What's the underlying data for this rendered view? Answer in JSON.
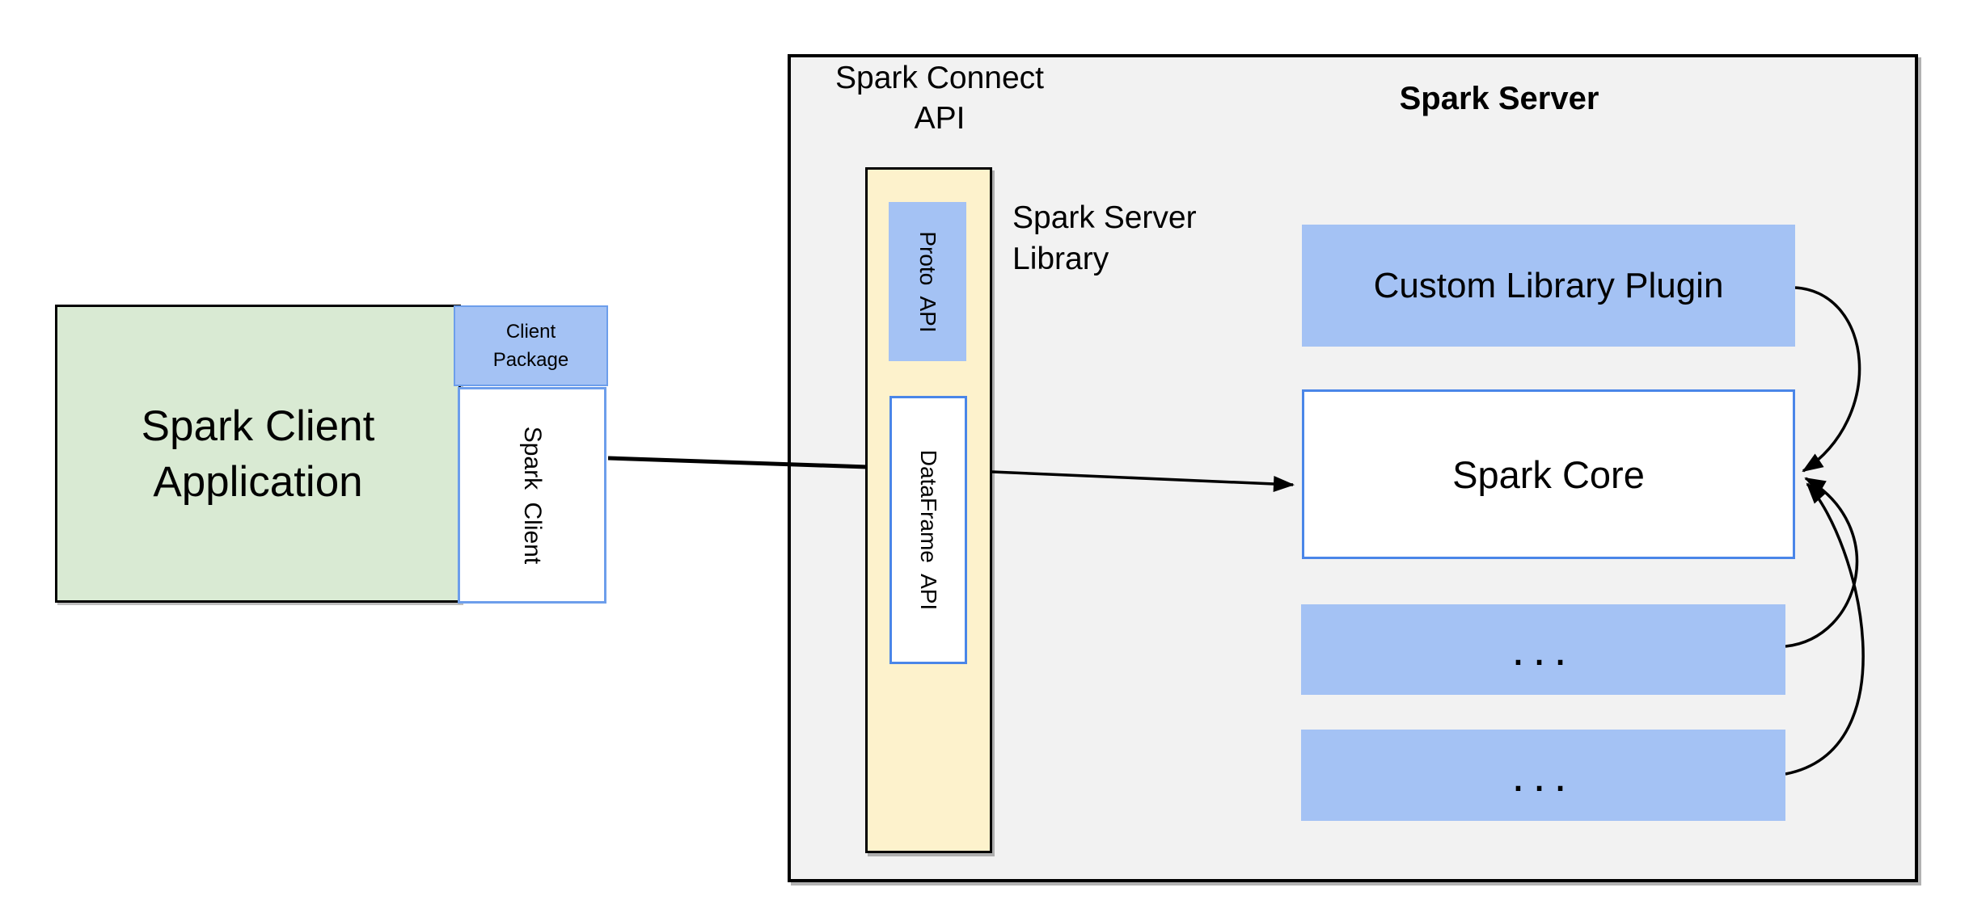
{
  "diagram": {
    "client": {
      "application_label": {
        "lines": [
          "Spark Client",
          "Application"
        ]
      },
      "client_package": {
        "lines": [
          "Client",
          "Package"
        ]
      },
      "spark_client_label": "Spark Client"
    },
    "connect_api": {
      "header": {
        "lines": [
          "Spark Connect",
          "API"
        ]
      },
      "proto_api_label": "Proto API",
      "dataframe_api_label": "DataFrame API",
      "server_library_label": {
        "lines": [
          "Spark Server",
          "Library"
        ]
      }
    },
    "server": {
      "title": "Spark Server",
      "custom_library_plugin_label": "Custom Library Plugin",
      "spark_core_label": "Spark Core",
      "module_placeholder_1": "...",
      "module_placeholder_2": "..."
    },
    "connections": [
      {
        "from": "spark-client",
        "to": "spark-core",
        "type": "straight-arrow",
        "note": "passes behind spark-connect-api column"
      },
      {
        "from": "custom-library-plugin",
        "to": "spark-core",
        "type": "curved-arrow"
      },
      {
        "from": "module-placeholder-1",
        "to": "spark-core",
        "type": "curved-arrow"
      },
      {
        "from": "module-placeholder-2",
        "to": "spark-core",
        "type": "curved-arrow"
      }
    ],
    "colors": {
      "canvas_bg": "#ffffff",
      "server_panel_fill": "#f2f2f2",
      "client_application_fill": "#d9ead3",
      "blue_fill": "#a4c2f4",
      "connect_column_fill": "#fdf2cc",
      "blue_border_light": "#6d9eeb",
      "blue_border": "#4a86e8",
      "outline": "#000000"
    }
  }
}
